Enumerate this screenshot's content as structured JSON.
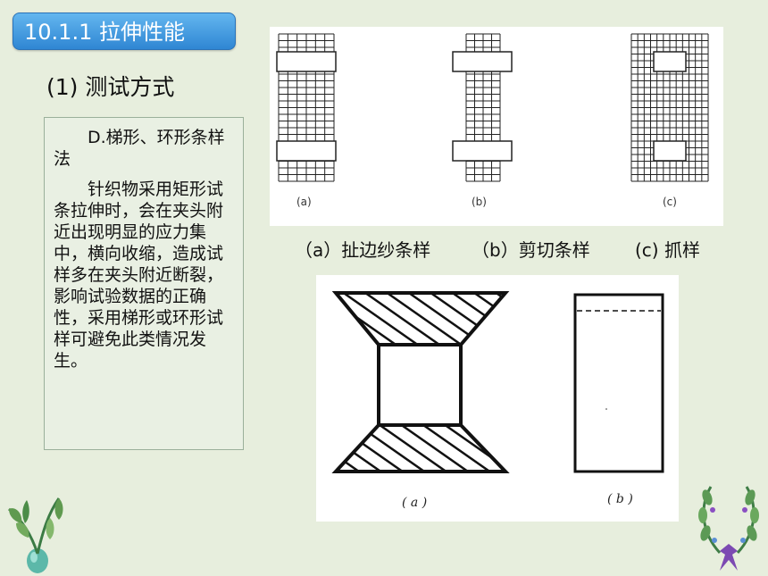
{
  "header": {
    "title": "10.1.1 拉伸性能"
  },
  "section": {
    "subtitle": "(1) 测试方式"
  },
  "textbox": {
    "heading": "D.梯形、环形条样法",
    "body": "针织物采用矩形试条拉伸时，会在夹头附近出现明显的应力集中，横向收缩，造成试样多在夹头附近断裂，影响试验数据的正确性，采用梯形或环形试样可避免此类情况发生。"
  },
  "figure_top": {
    "labels": {
      "a": "(a)",
      "b": "(b)",
      "c": "(c)"
    },
    "captions": [
      "（a）扯边纱条样",
      "（b）剪切条样",
      "(c) 抓样"
    ]
  },
  "figure_bottom": {
    "labels": {
      "a": "( a )",
      "b": "( b )"
    }
  },
  "colors": {
    "title_bg": "#3b95de",
    "page_bg": "#e7eedd",
    "text_box_border": "#9ab09a"
  }
}
